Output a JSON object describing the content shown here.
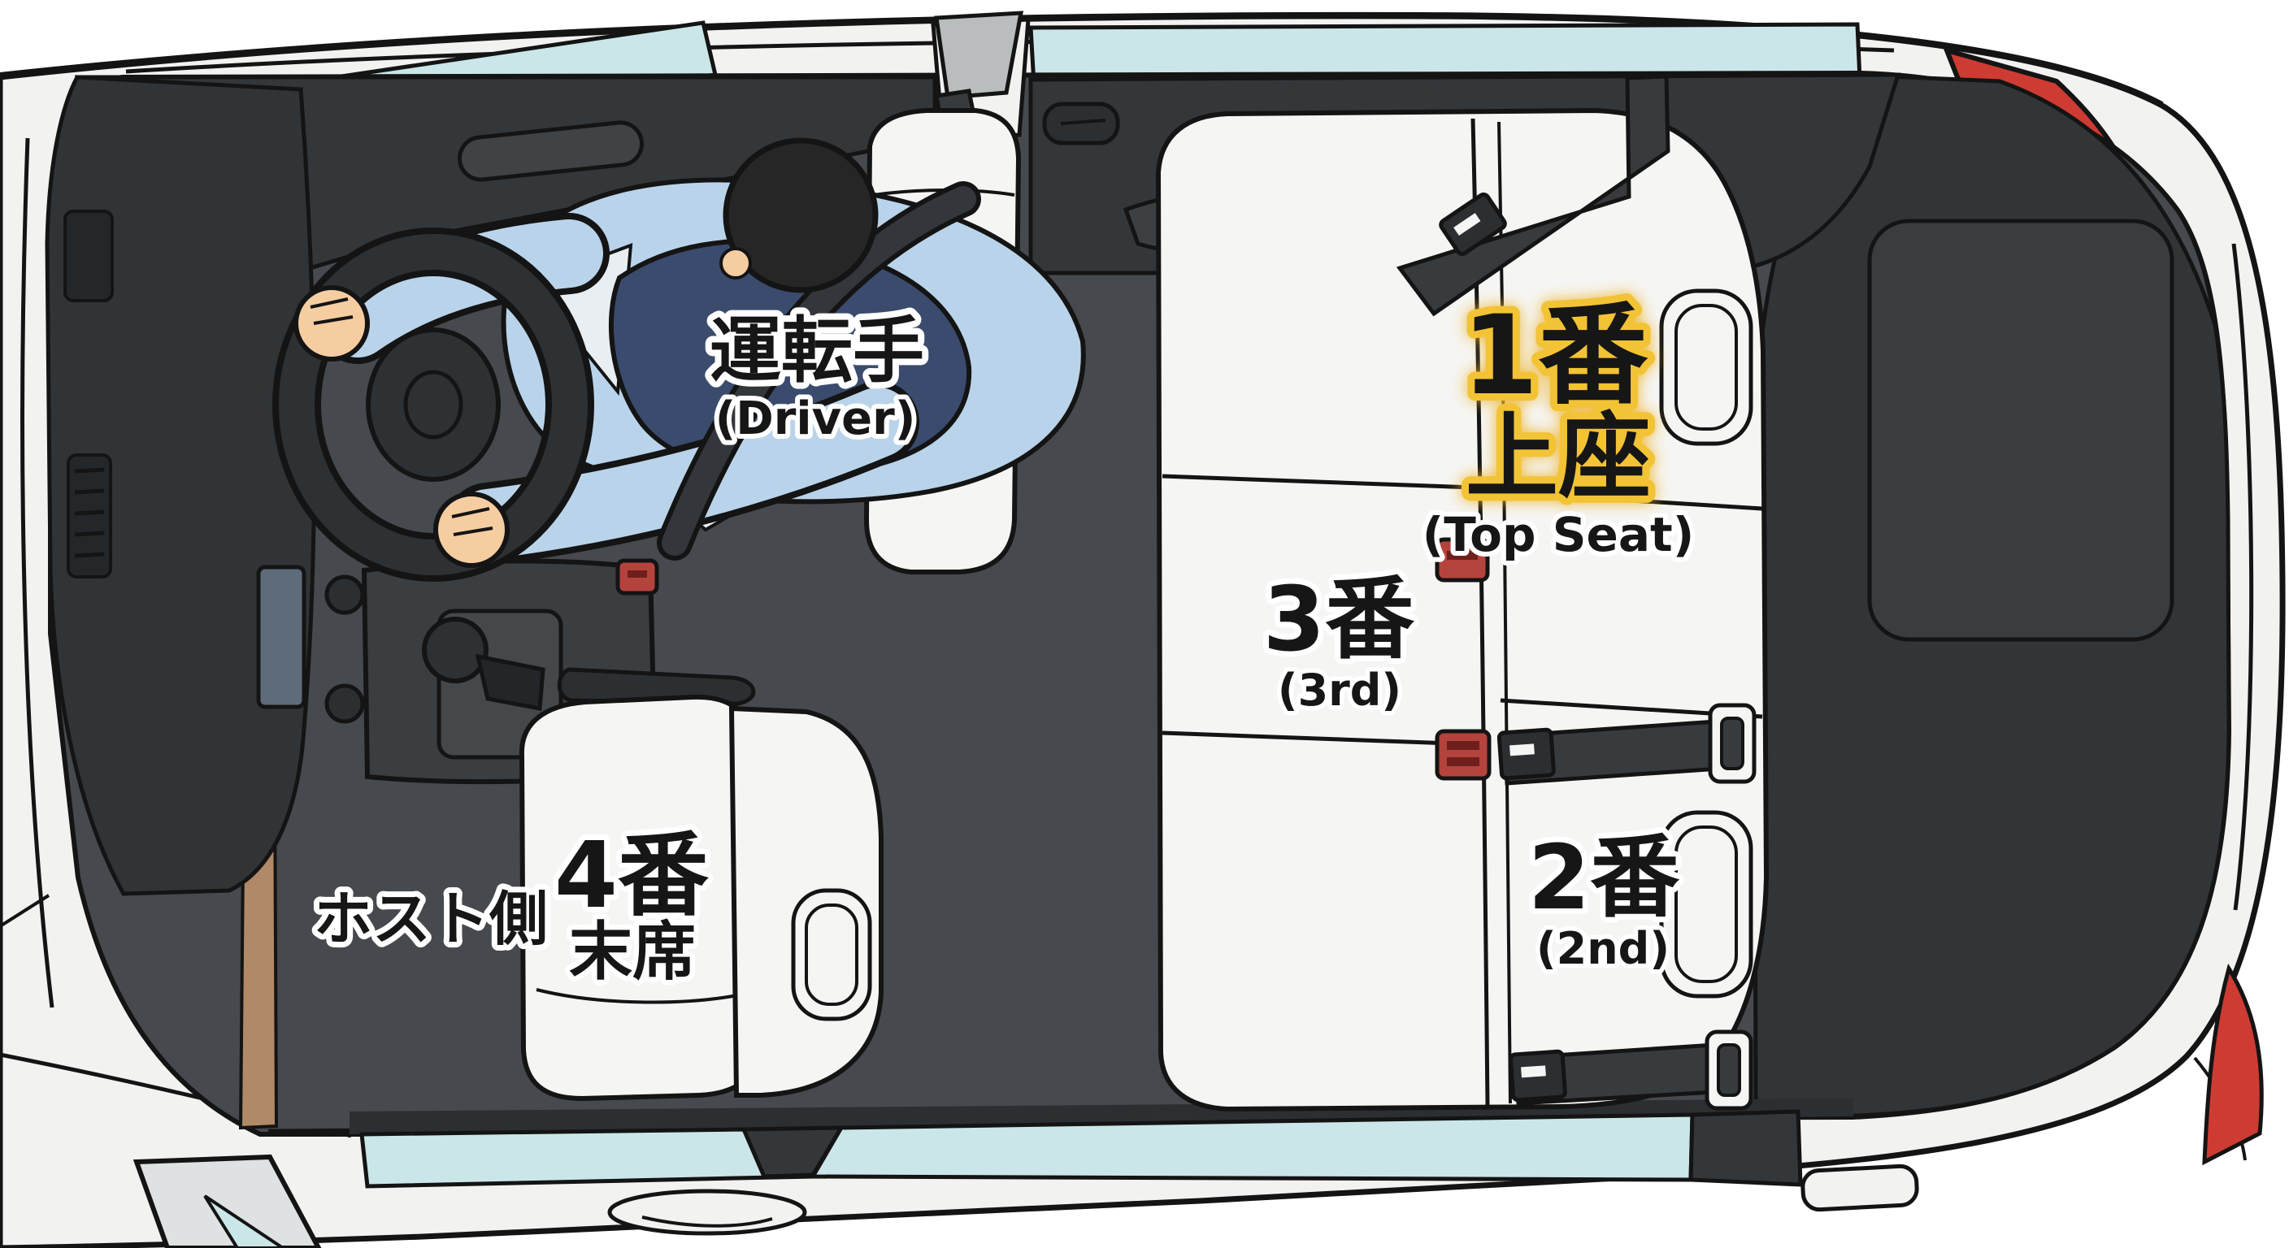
{
  "diagram": {
    "title": "Car seating order etiquette (top view, front of car at left)",
    "labels": {
      "driver": {
        "jp": "運転手",
        "en": "(Driver)"
      },
      "seat1": {
        "number": "1番",
        "rank": "上座",
        "en": "(Top Seat)"
      },
      "seat3": {
        "number": "3番",
        "en": "(3rd)"
      },
      "seat2": {
        "number": "2番",
        "en": "(2nd)"
      },
      "seat4": {
        "number": "4番",
        "rank": "末席"
      },
      "host_side": {
        "jp": "ホスト側"
      }
    },
    "colors": {
      "background": "#ffffff",
      "car_body": "#f2f2f0",
      "interior_dark": "#46494d",
      "panel_dark": "#34373a",
      "trunk_dark": "#323537",
      "seat_white": "#f5f5f3",
      "window_cyan": "#cbe6e8",
      "taillight_red": "#ce3b33",
      "buckle_red": "#b5433d",
      "belt_gray": "#383b3e",
      "shirt_blue": "#b9d4ea",
      "vest_navy": "#3a4b6d",
      "skin": "#f6cda1",
      "hair": "#262626",
      "sill_tan": "#b08968",
      "highlight_gold": "#f2c335"
    }
  }
}
